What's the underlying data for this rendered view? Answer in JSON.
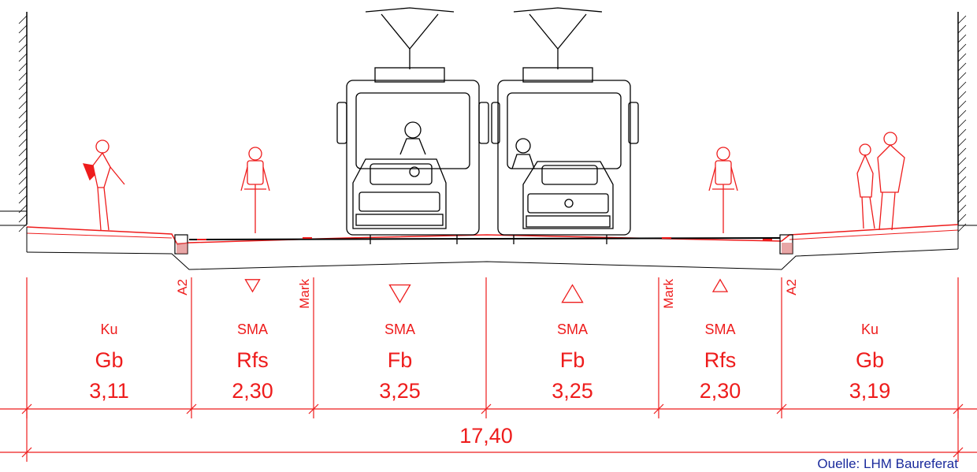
{
  "diagram": {
    "segments": [
      {
        "surface": "Ku",
        "lane": "Gb",
        "width": "3,11",
        "left_mark": "",
        "right_mark": "A2",
        "arrow": ""
      },
      {
        "surface": "SMA",
        "lane": "Rfs",
        "width": "2,30",
        "left_mark": "",
        "right_mark": "Mark",
        "arrow": "down"
      },
      {
        "surface": "SMA",
        "lane": "Fb",
        "width": "3,25",
        "left_mark": "",
        "right_mark": "",
        "arrow": "down"
      },
      {
        "surface": "SMA",
        "lane": "Fb",
        "width": "3,25",
        "left_mark": "",
        "right_mark": "",
        "arrow": "up"
      },
      {
        "surface": "SMA",
        "lane": "Rfs",
        "width": "2,30",
        "left_mark": "Mark",
        "right_mark": "",
        "arrow": "up"
      },
      {
        "surface": "Ku",
        "lane": "Gb",
        "width": "3,19",
        "left_mark": "A2",
        "right_mark": "",
        "arrow": ""
      }
    ],
    "total_width": "17,40",
    "credit": "Quelle: LHM Baureferat",
    "colors": {
      "dimension": "#ee1c1c",
      "drawing": "#000000",
      "credit": "#1a2a9c"
    },
    "icons": [
      "pedestrian-icon",
      "cyclist-icon",
      "tram-icon",
      "car-icon",
      "pedestrian-pair-icon",
      "building-wall-icon"
    ]
  }
}
